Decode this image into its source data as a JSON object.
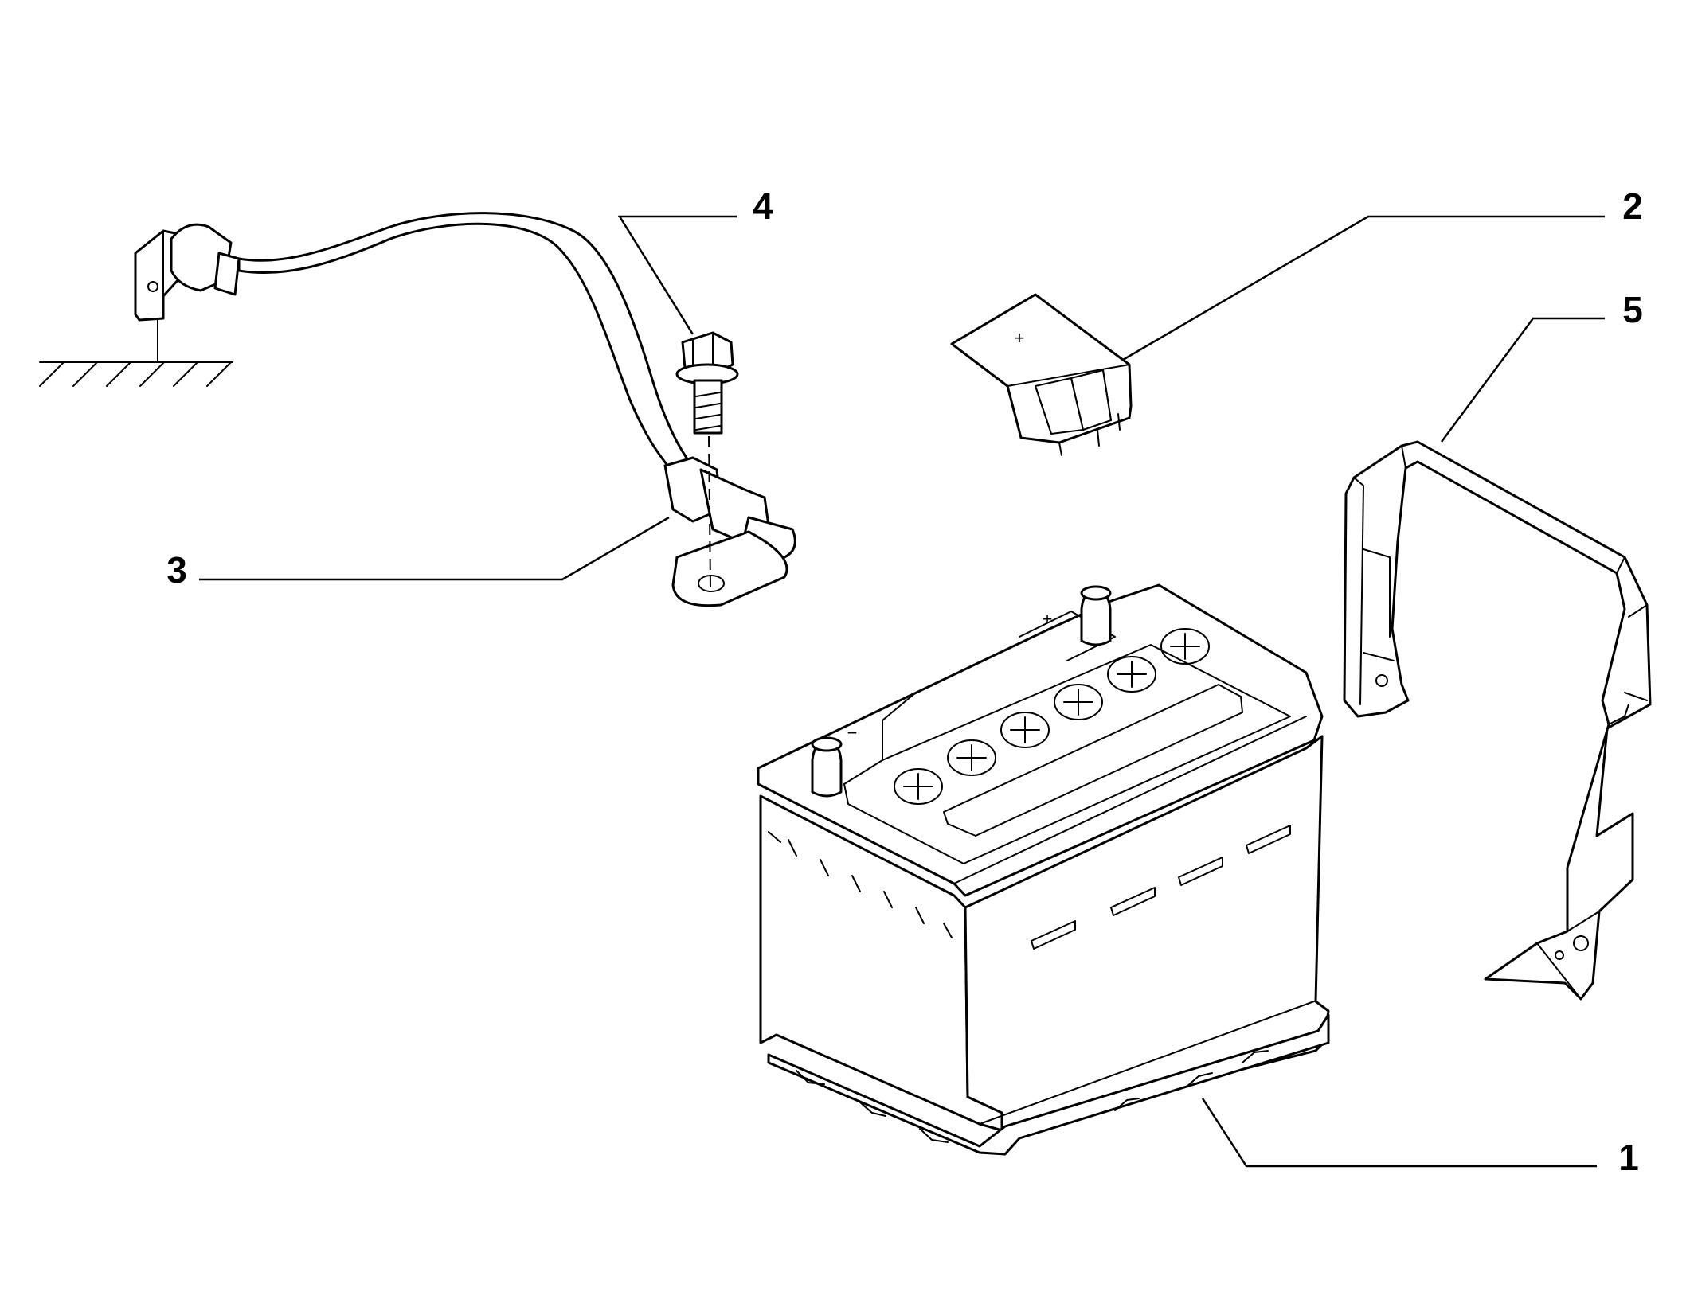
{
  "callouts": {
    "c1": "1",
    "c2": "2",
    "c3": "3",
    "c4": "4",
    "c5": "5"
  },
  "terminal_marks": {
    "positive": "+",
    "negative": "−"
  },
  "colors": {
    "line": "#000000",
    "background": "#ffffff"
  }
}
